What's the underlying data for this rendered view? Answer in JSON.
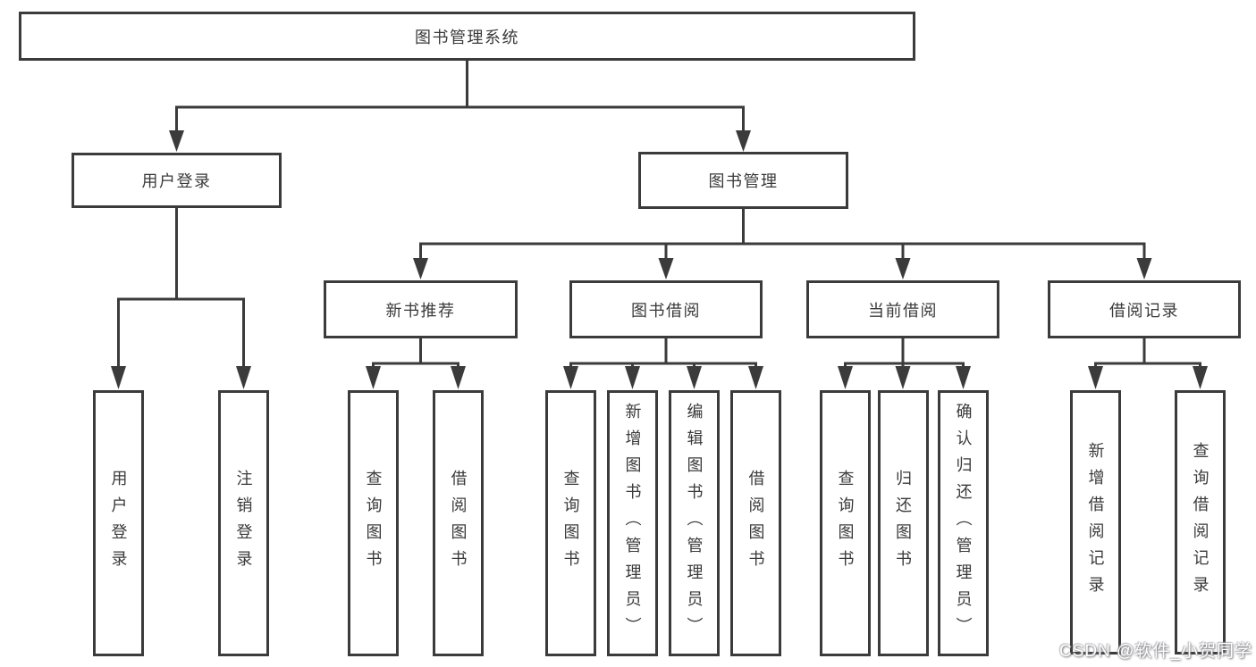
{
  "tree": {
    "label": "图书管理系统",
    "children": [
      {
        "label": "用户登录",
        "children": [
          {
            "label": "用户登录"
          },
          {
            "label": "注销登录"
          }
        ]
      },
      {
        "label": "图书管理",
        "children": [
          {
            "label": "新书推荐",
            "children": [
              {
                "label": "查询图书"
              },
              {
                "label": "借阅图书"
              }
            ]
          },
          {
            "label": "图书借阅",
            "children": [
              {
                "label": "查询图书"
              },
              {
                "label": "新增图书（管理员）"
              },
              {
                "label": "编辑图书（管理员）"
              },
              {
                "label": "借阅图书"
              }
            ]
          },
          {
            "label": "当前借阅",
            "children": [
              {
                "label": "查询图书"
              },
              {
                "label": "归还图书"
              },
              {
                "label": "确认归还（管理员）"
              }
            ]
          },
          {
            "label": "借阅记录",
            "children": [
              {
                "label": "新增借阅记录"
              },
              {
                "label": "查询借阅记录"
              }
            ]
          }
        ]
      }
    ]
  },
  "watermark": {
    "text": "CSDN @软件_小贺同学"
  },
  "colors": {
    "line": "#3b3b3b",
    "border": "#3b3b3b",
    "text": "#3a3a3a",
    "background": "#ffffff",
    "watermark": "#c8c8c8"
  }
}
